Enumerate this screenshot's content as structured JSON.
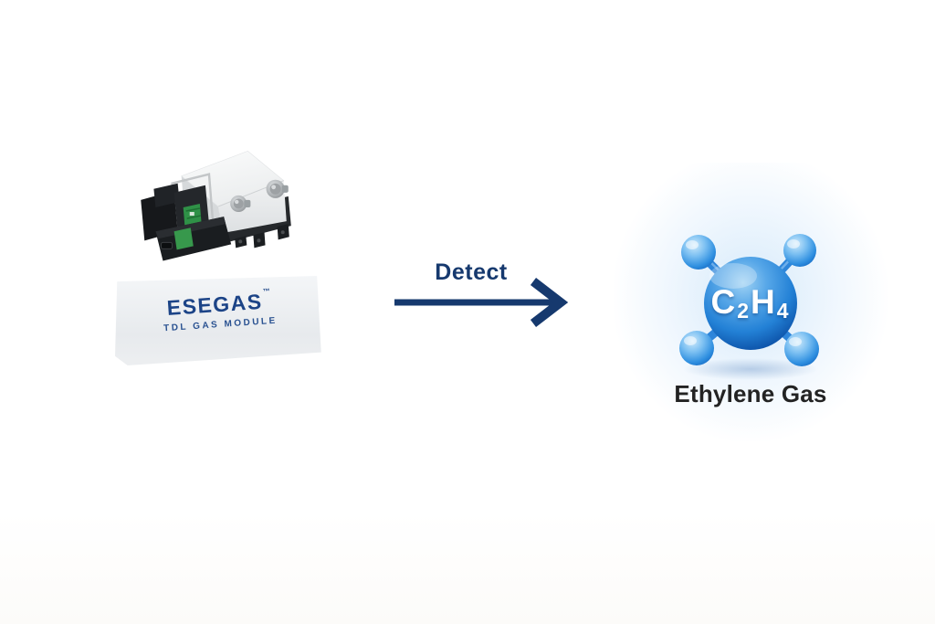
{
  "page": {
    "background": "#ffffff"
  },
  "device": {
    "brand": "ESEGAS",
    "trademark": "™",
    "model": "TDL GAS MODULE",
    "brand_color": "#1c4487"
  },
  "flow": {
    "label": "Detect",
    "arrow_color": "#16396e"
  },
  "molecule": {
    "formula": {
      "c": "C",
      "c_sub": "2",
      "h": "H",
      "h_sub": "4"
    },
    "label": "Ethylene Gas",
    "sphere_color": "#1f78d1",
    "label_color": "#232323"
  }
}
